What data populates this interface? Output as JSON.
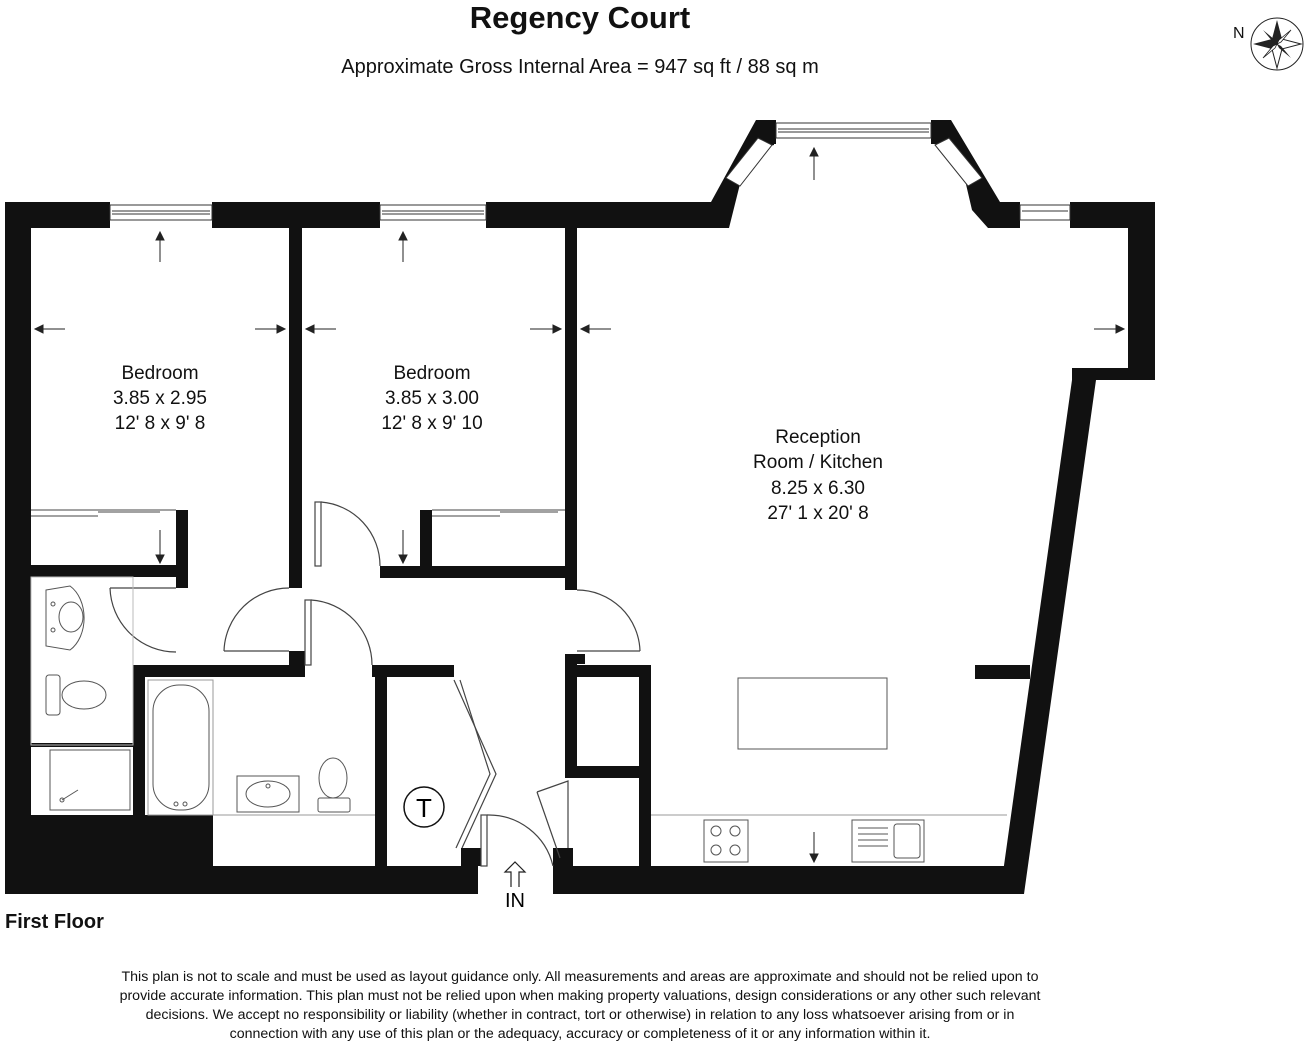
{
  "header": {
    "title": "Regency Court",
    "subtitle": "Approximate Gross Internal Area = 947 sq ft / 88 sq m"
  },
  "compass": {
    "label": "N",
    "icon": "compass-rose-icon"
  },
  "rooms": [
    {
      "name": "Bedroom",
      "metric": "3.85 x 2.95",
      "imperial": "12' 8 x 9' 8"
    },
    {
      "name": "Bedroom",
      "metric": "3.85 x 3.00",
      "imperial": "12' 8 x 9' 10"
    },
    {
      "name_line1": "Reception",
      "name_line2": "Room / Kitchen",
      "metric": "8.25 x 6.30",
      "imperial": "27' 1 x 20' 8"
    }
  ],
  "cupboard_marker": "T",
  "entrance_label": "IN",
  "floor_label": "First Floor",
  "disclaimer": [
    "This plan is not to scale and must be used as layout guidance only. All measurements and areas are approximate and should not be relied upon to",
    "provide accurate information. This plan must not be relied upon when making property valuations, design considerations or any other such relevant",
    "decisions. We accept no responsibility or liability (whether in contract, tort or otherwise) in relation to any loss whatsoever arising from or in",
    "connection with any use of this plan or the adequacy, accuracy or completeness of it or any information within it."
  ],
  "colors": {
    "wall": "#111111",
    "line": "#444444",
    "background": "#ffffff"
  }
}
